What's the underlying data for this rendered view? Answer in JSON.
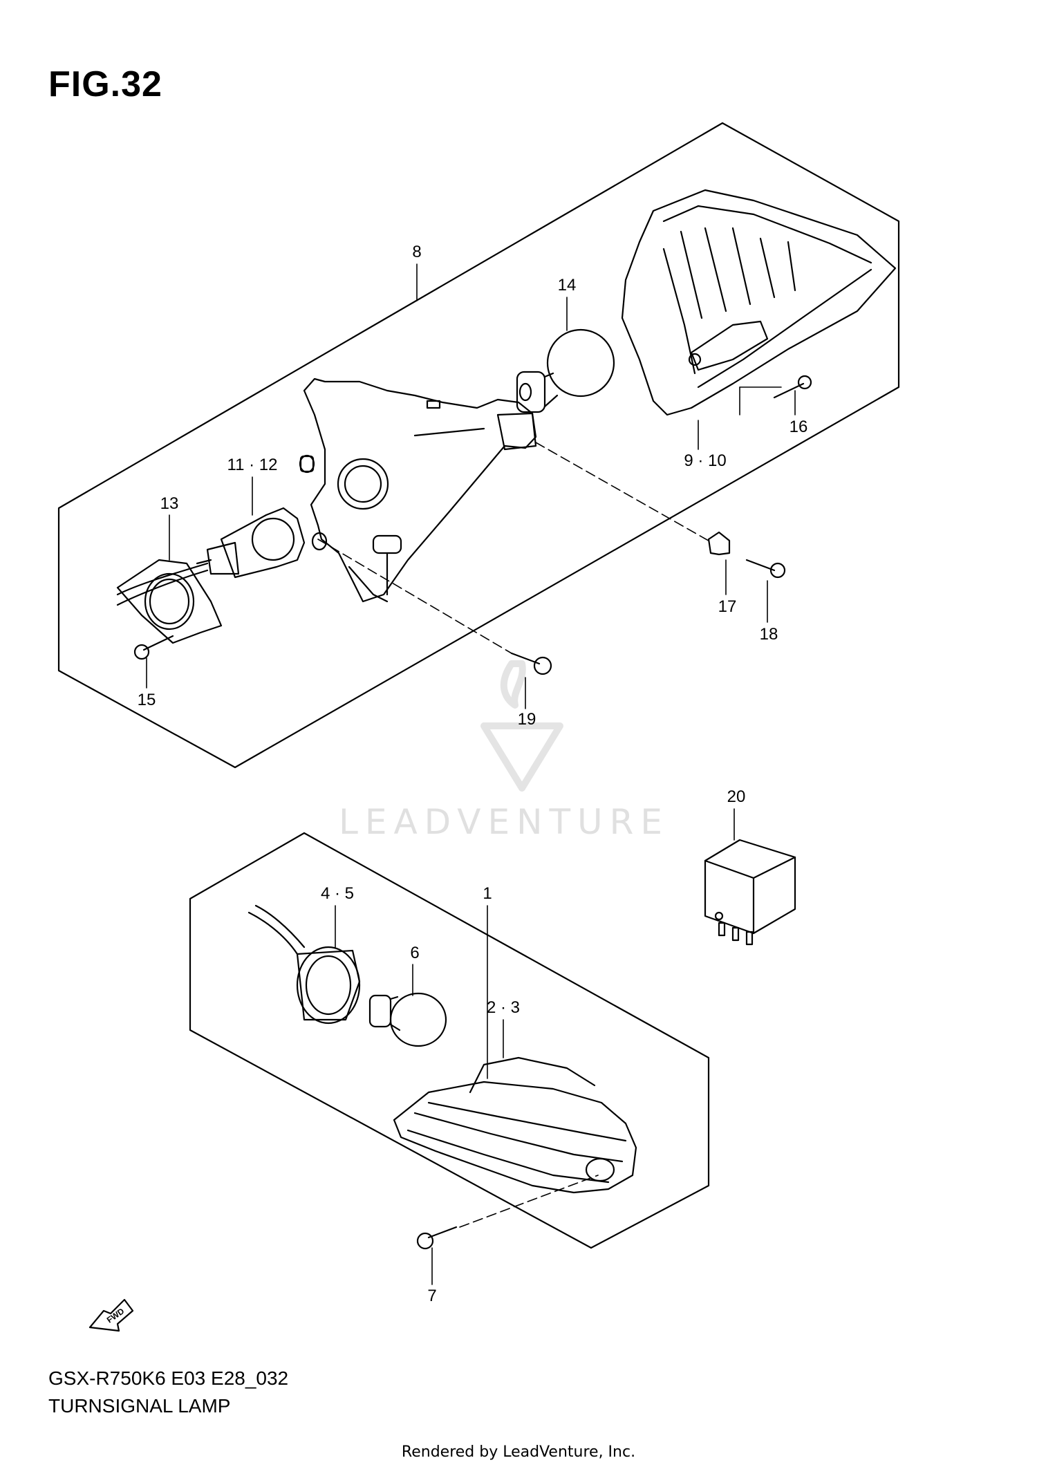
{
  "figure": {
    "title": "FIG.32",
    "model_code": "GSX-R750K6 E03 E28_032",
    "part_name": "TURNSIGNAL LAMP"
  },
  "callouts": [
    {
      "id": "c8",
      "text": "8"
    },
    {
      "id": "c14",
      "text": "14"
    },
    {
      "id": "c11_12",
      "text": "11 · 12"
    },
    {
      "id": "c13",
      "text": "13"
    },
    {
      "id": "c16",
      "text": "16"
    },
    {
      "id": "c9_10",
      "text": "9 · 10"
    },
    {
      "id": "c17",
      "text": "17"
    },
    {
      "id": "c18",
      "text": "18"
    },
    {
      "id": "c15",
      "text": "15"
    },
    {
      "id": "c19",
      "text": "19"
    },
    {
      "id": "c20",
      "text": "20"
    },
    {
      "id": "c1",
      "text": "1"
    },
    {
      "id": "c4_5",
      "text": "4 · 5"
    },
    {
      "id": "c6",
      "text": "6"
    },
    {
      "id": "c2_3",
      "text": "2 · 3"
    },
    {
      "id": "c7",
      "text": "7"
    }
  ],
  "fwd_label": "FWD",
  "watermark": "LEADVENTURE",
  "footer": "Rendered by LeadVenture, Inc.",
  "colors": {
    "line": "#000000",
    "watermark": "#e0e0e0",
    "background": "#ffffff"
  }
}
